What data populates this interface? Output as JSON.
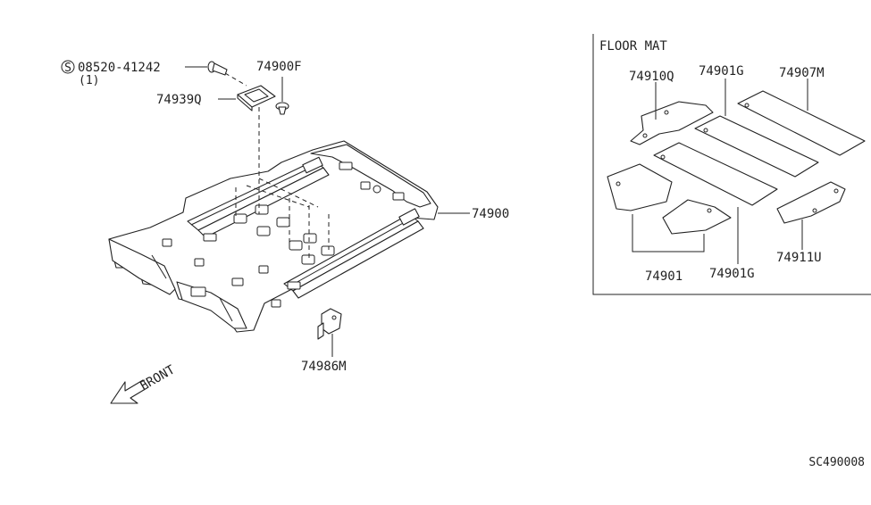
{
  "floor_mat_box": {
    "title": "FLOOR MAT",
    "callouts": {
      "mat_front_left": "74910Q",
      "mat_mid_upper": "74901G",
      "mat_rear": "74907M",
      "mat_front_set": "74901",
      "mat_mid_lower": "74901G",
      "mat_right": "74911U"
    }
  },
  "main_assembly": {
    "screw_part_no": "08520-41242",
    "screw_qty": "(1)",
    "screw_prefix_symbol": "S",
    "clip_part_no": "74900F",
    "retainer_part_no": "74939Q",
    "carpet_part_no": "74900",
    "bracket_part_no": "74986M",
    "front_indicator": "FRONT"
  },
  "diagram_code": "SC490008",
  "colors": {
    "line": "#222222",
    "background": "#ffffff"
  }
}
